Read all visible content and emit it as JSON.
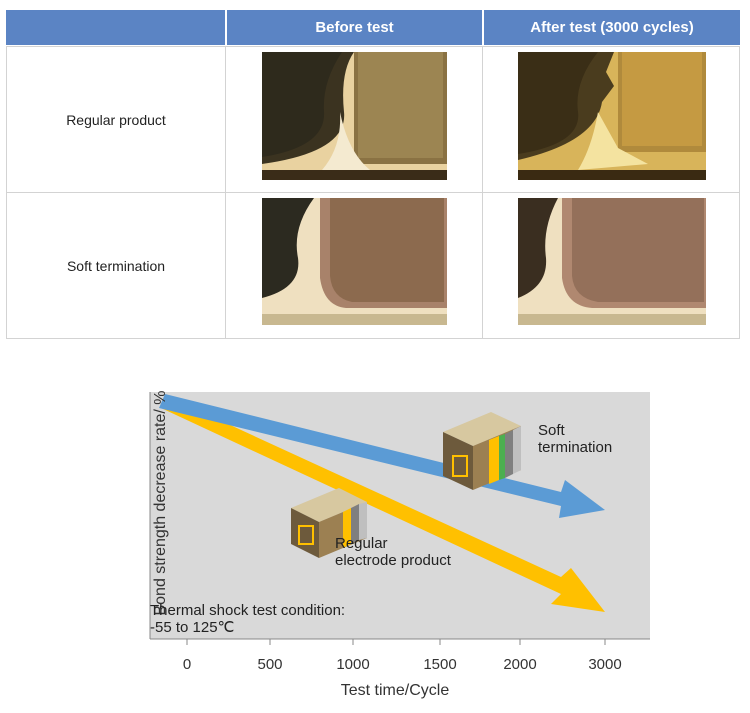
{
  "table": {
    "columns": [
      "",
      "Before test",
      "After test (3000 cycles)"
    ],
    "rows": [
      {
        "label": "Regular product"
      },
      {
        "label": "Soft termination"
      }
    ]
  },
  "chart_data": {
    "type": "line",
    "ylabel": "Bond strength decrease rate/ %",
    "xlabel": "Test time/Cycle",
    "x_ticks": [
      "0",
      "500",
      "1000",
      "1500",
      "2000",
      "3000"
    ],
    "xlim": [
      0,
      3000
    ],
    "series": [
      {
        "name": "Soft termination",
        "color": "#5b9bd5",
        "trend": "decreasing slope (shallow)"
      },
      {
        "name": "Regular electrode product",
        "color": "#ffc000",
        "trend": "decreasing slope (steep)"
      }
    ],
    "labels": {
      "soft": [
        "Soft",
        "termination"
      ],
      "regular": [
        "Regular",
        "electrode product"
      ],
      "condition": [
        "Thermal shock test condition:",
        "-55 to 125℃"
      ]
    }
  },
  "colors": {
    "header": "#5b84c4",
    "soft_arrow": "#5b9bd5",
    "regular_arrow": "#ffc000",
    "plot_bg": "#d9d9d9"
  }
}
